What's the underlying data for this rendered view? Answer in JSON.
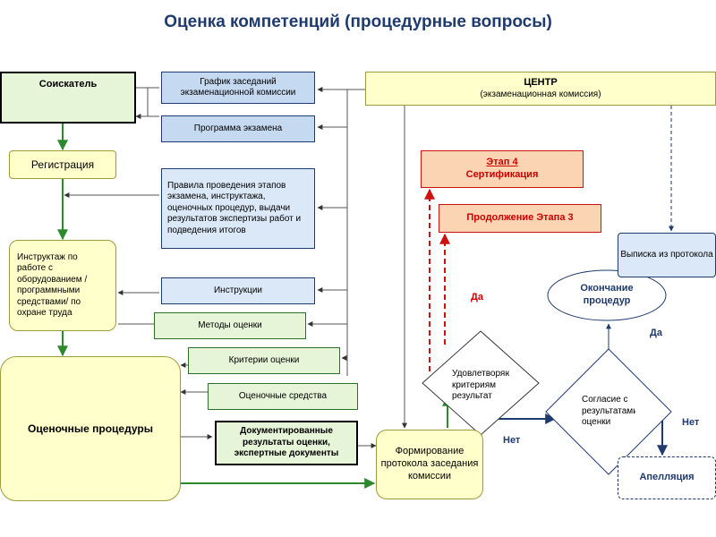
{
  "title": "Оценка компетенций (процедурные вопросы)",
  "boxes": {
    "applicant": "Соискатель",
    "schedule": "График заседаний экзаменационной комиссии",
    "program": "Программа экзамена",
    "center": "ЦЕНТР",
    "center_sub": "(экзаменационная комиссия)",
    "registration": "Регистрация",
    "rules": "Правила проведения этапов экзамена, инструктажа, оценочных процедур, выдачи результатов экспертизы работ и подведения итогов",
    "stage4_line1": "Этап 4",
    "stage4_line2": "Сертификация",
    "stage3_cont": "Продолжение Этапа 3",
    "extract": "Выписка из протокола",
    "briefing": "Инструктаж по работе с оборудованием / программными средствами/ по охране труда",
    "instructions": "Инструкции",
    "end_procedures": "Окончание процедур",
    "methods": "Методы оценки",
    "criteria": "Критерии оценки",
    "satisfies": "Удовлетворяющий критериям результат",
    "agreement": "Согласие с результатами оценки",
    "tools": "Оценочные средства",
    "procedures": "Оценочные процедуры",
    "documented": "Документированные результаты оценки, экспертные документы",
    "protocol": "Формирование протокола заседания комиссии",
    "appeal": "Апелляция"
  },
  "labels": {
    "yes_left": "Да",
    "yes_right": "Да",
    "no_left": "Нет",
    "no_right": "Нет"
  },
  "colors": {
    "blue_arrow": "#1f3a6e",
    "green_arrow": "#2c8a2c",
    "red_arrow": "#cc1111",
    "gray_line": "#555555"
  }
}
